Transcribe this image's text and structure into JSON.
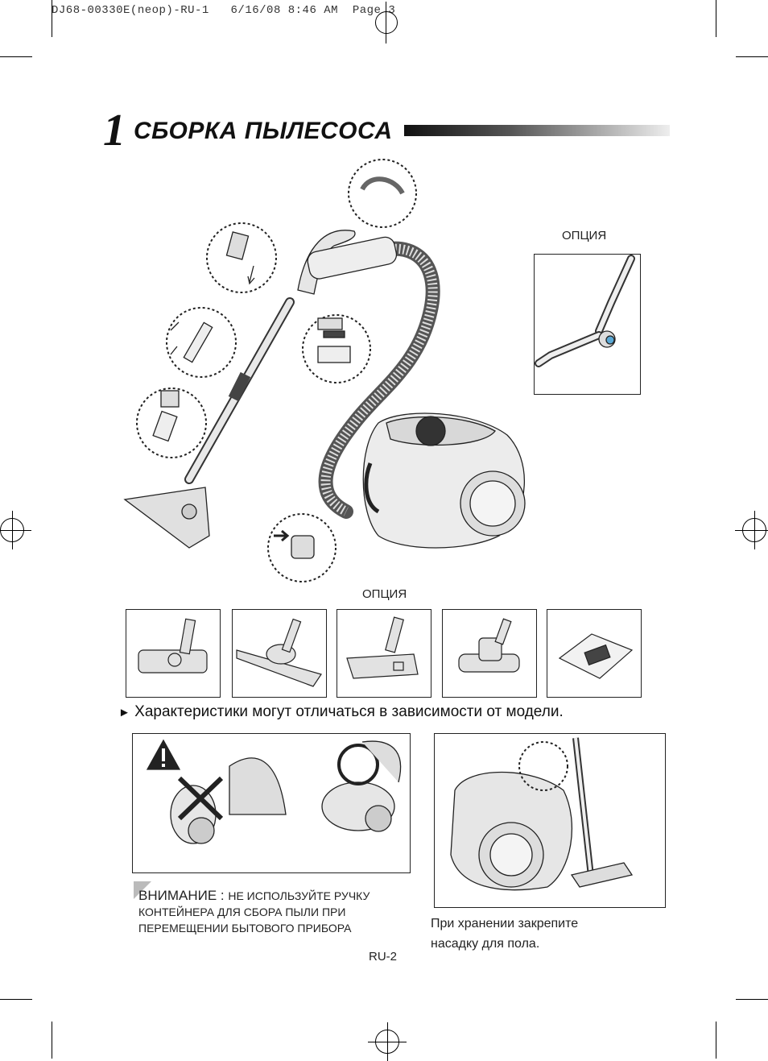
{
  "print_header": "DJ68-00330E(neop)-RU-1   6/16/08 8:46 AM  Page 3",
  "title": {
    "number": "1",
    "text": "СБОРКА ПЫЛЕСОСА"
  },
  "option_label_top": "ОПЦИЯ",
  "option_label_bottom": "ОПЦИЯ",
  "accessories": [
    {
      "icon": "turbo-floor-brush-icon"
    },
    {
      "icon": "parquet-brush-icon"
    },
    {
      "icon": "combination-floor-brush-icon"
    },
    {
      "icon": "mini-turbo-brush-icon"
    },
    {
      "icon": "dust-bag-icon"
    }
  ],
  "note": {
    "marker": "►",
    "text": "Характеристики могут отличаться в зависимости от модели."
  },
  "warning": {
    "heading": "ВНИМАНИЕ",
    "separator": " : ",
    "line1": "НЕ ИСПОЛЬЗУЙТЕ РУЧКУ",
    "line2": "КОНТЕЙНЕРА ДЛЯ СБОРА ПЫЛИ ПРИ",
    "line3": "ПЕРЕМЕЩЕНИИ БЫТОВОГО ПРИБОРА"
  },
  "storage_note": {
    "line1": "При хранении закрепите",
    "line2": "насадку для пола."
  },
  "page_number": "RU-2",
  "colors": {
    "title_bar_dark": "#111111",
    "accent_blue": "#5aa9d6"
  }
}
